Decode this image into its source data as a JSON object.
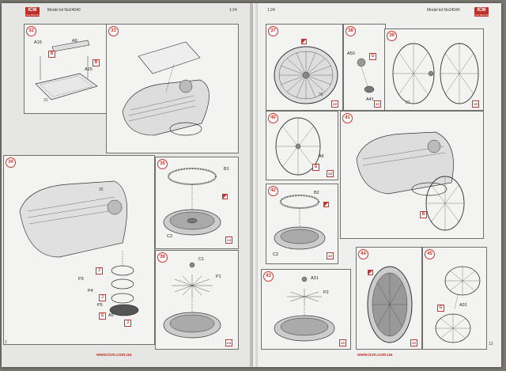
{
  "header_left": {
    "brand": "ICM",
    "brand_tagline": "Your Best Kit",
    "model": "Model kit No24040",
    "scale": "1:24"
  },
  "header_right": {
    "scale": "1:24",
    "model": "Model kit No24040",
    "brand": "ICM",
    "brand_tagline": "Your Best Kit"
  },
  "footer": {
    "url_left": "www.icm.com.ua",
    "url_right": "www.icm.com.ua",
    "page_left": "2",
    "page_right": "13"
  },
  "steps": {
    "s32": {
      "num": "32",
      "labels": {
        "a15a": "A15",
        "a9": "A9",
        "a15b": "A15",
        "b1": "B",
        "b2": "B",
        "p31": "31"
      }
    },
    "s33": {
      "num": "33"
    },
    "s34": {
      "num": "34",
      "labels": {
        "p3": "P3",
        "p4": "P4",
        "p5": "P5",
        "j1": "J",
        "j2": "J",
        "g": "G",
        "a5": "A5",
        "j3": "J",
        "p35": "35"
      }
    },
    "s35": {
      "num": "35",
      "labels": {
        "b1": "B1",
        "c2": "C2",
        "qty": "x4"
      }
    },
    "s36": {
      "num": "36",
      "labels": {
        "c1": "C1",
        "p1": "P1",
        "qty": "x4"
      }
    },
    "s37": {
      "num": "37",
      "labels": {
        "p36": "36",
        "qty": "x2"
      }
    },
    "s38": {
      "num": "38",
      "labels": {
        "a50": "A50",
        "a41": "A41",
        "g": "G",
        "qty": "x2"
      }
    },
    "s39": {
      "num": "39",
      "labels": {
        "p37": "37",
        "qty": "x2"
      }
    },
    "s40": {
      "num": "40",
      "labels": {
        "a6": "A6",
        "g": "G",
        "qty": "x2"
      }
    },
    "s41": {
      "num": "41",
      "labels": {
        "b": "B"
      }
    },
    "s42": {
      "num": "42",
      "labels": {
        "b2": "B2",
        "c2": "C2",
        "qty": "x2"
      }
    },
    "s43": {
      "num": "43",
      "labels": {
        "a31": "A31",
        "p2": "P2",
        "qty": "x2"
      }
    },
    "s44": {
      "num": "44",
      "labels": {
        "qty": "x2"
      }
    },
    "s45": {
      "num": "45",
      "labels": {
        "a31": "A31",
        "g": "G"
      }
    }
  }
}
